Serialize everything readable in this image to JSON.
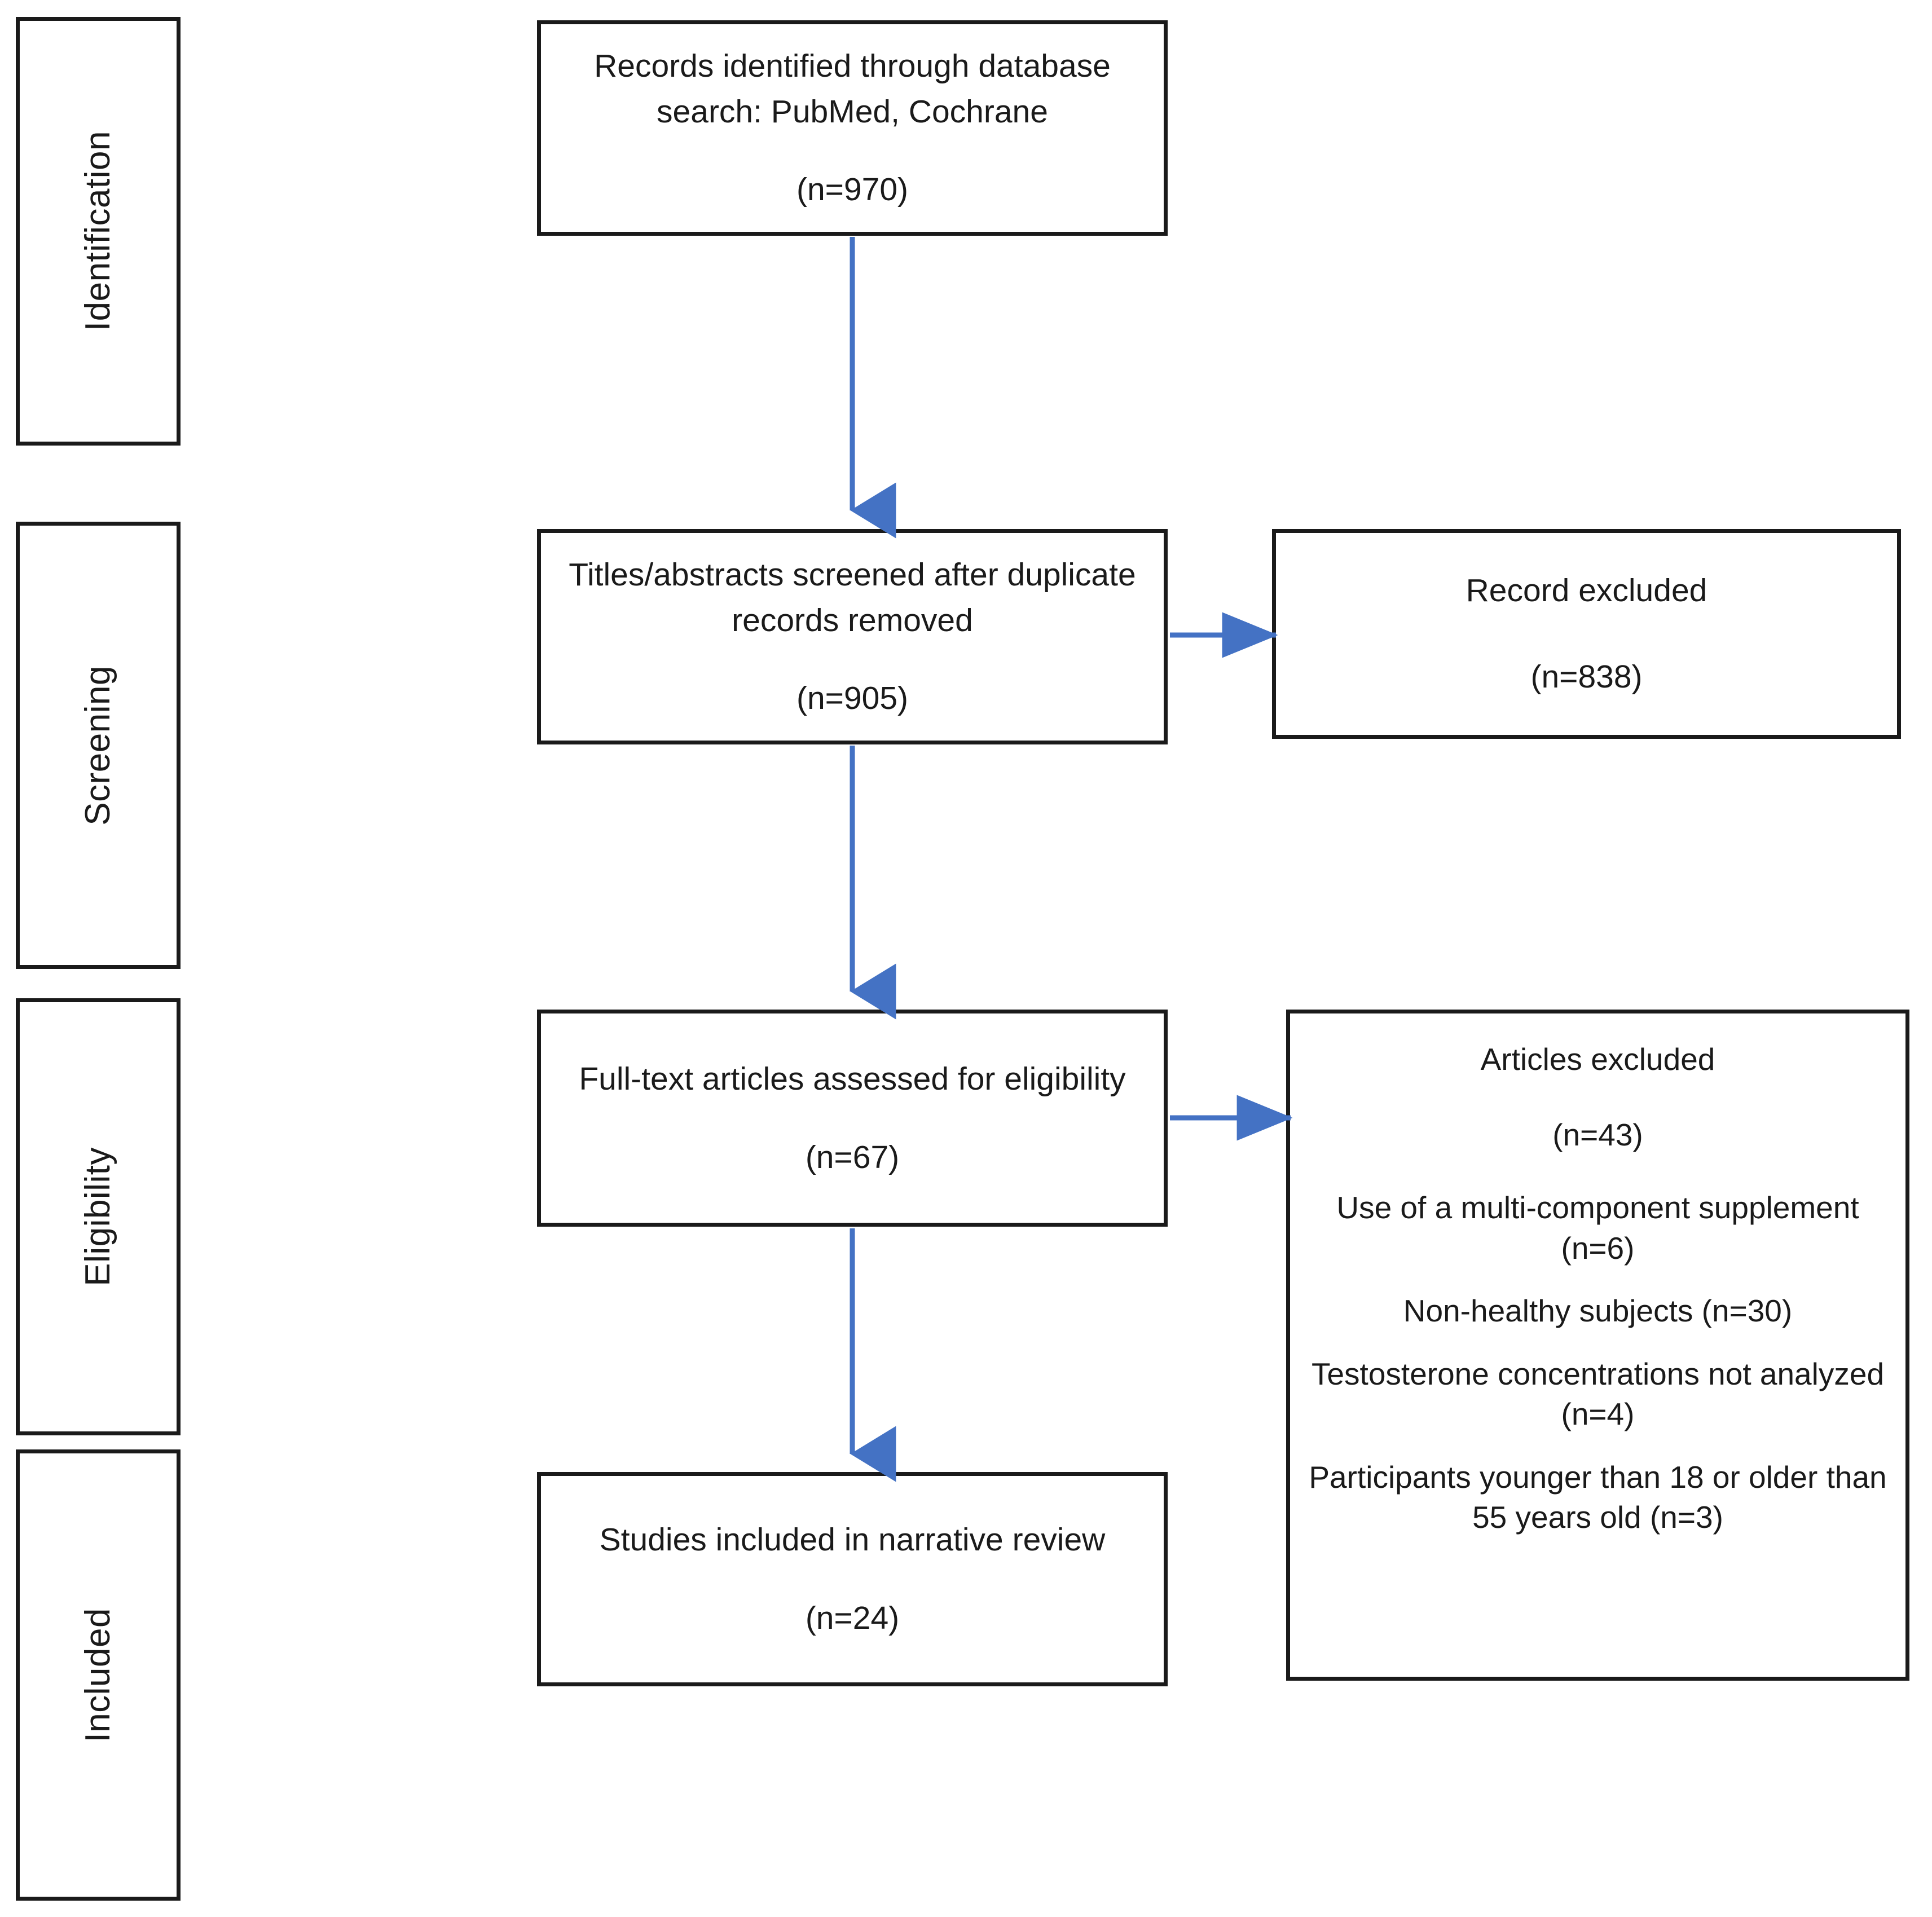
{
  "diagram": {
    "title": "PRISMA flow diagram",
    "accent_color": "#4472C4",
    "border_color": "#1a1a1a",
    "background_color": "#ffffff"
  },
  "stages": [
    {
      "key": "identification",
      "label": "Identification"
    },
    {
      "key": "screening",
      "label": "Screening"
    },
    {
      "key": "eligibility",
      "label": "Eligibility"
    },
    {
      "key": "included",
      "label": "Included"
    }
  ],
  "main_flow": [
    {
      "key": "records_identified",
      "text": "Records identified through database search: PubMed, Cochrane",
      "count": "(n=970)"
    },
    {
      "key": "titles_abstracts_screened",
      "text": "Titles/abstracts screened after duplicate records removed",
      "count": "(n=905)"
    },
    {
      "key": "full_text_assessed",
      "text": "Full-text articles assessed for eligibility",
      "count": "(n=67)"
    },
    {
      "key": "studies_included",
      "text": "Studies included in narrative review",
      "count": "(n=24)"
    }
  ],
  "exclusions": {
    "record_excluded": {
      "text": "Record excluded",
      "count": "(n=838)"
    },
    "articles_excluded": {
      "heading": "Articles excluded",
      "count": "(n=43)",
      "reasons": [
        "Use of a multi-component supplement (n=6)",
        "Non-healthy subjects (n=30)",
        "Testosterone concentrations not analyzed (n=4)",
        "Participants younger than 18 or older than 55 years old (n=3)"
      ]
    }
  },
  "connectors": [
    {
      "key": "records-to-screened",
      "from": "records_identified",
      "to": "titles_abstracts_screened",
      "direction": "down"
    },
    {
      "key": "screened-to-fulltext",
      "from": "titles_abstracts_screened",
      "to": "full_text_assessed",
      "direction": "down"
    },
    {
      "key": "fulltext-to-included",
      "from": "full_text_assessed",
      "to": "studies_included",
      "direction": "down"
    },
    {
      "key": "screened-to-excluded",
      "from": "titles_abstracts_screened",
      "to": "record_excluded",
      "direction": "right"
    },
    {
      "key": "fulltext-to-excluded",
      "from": "full_text_assessed",
      "to": "articles_excluded",
      "direction": "right"
    }
  ]
}
